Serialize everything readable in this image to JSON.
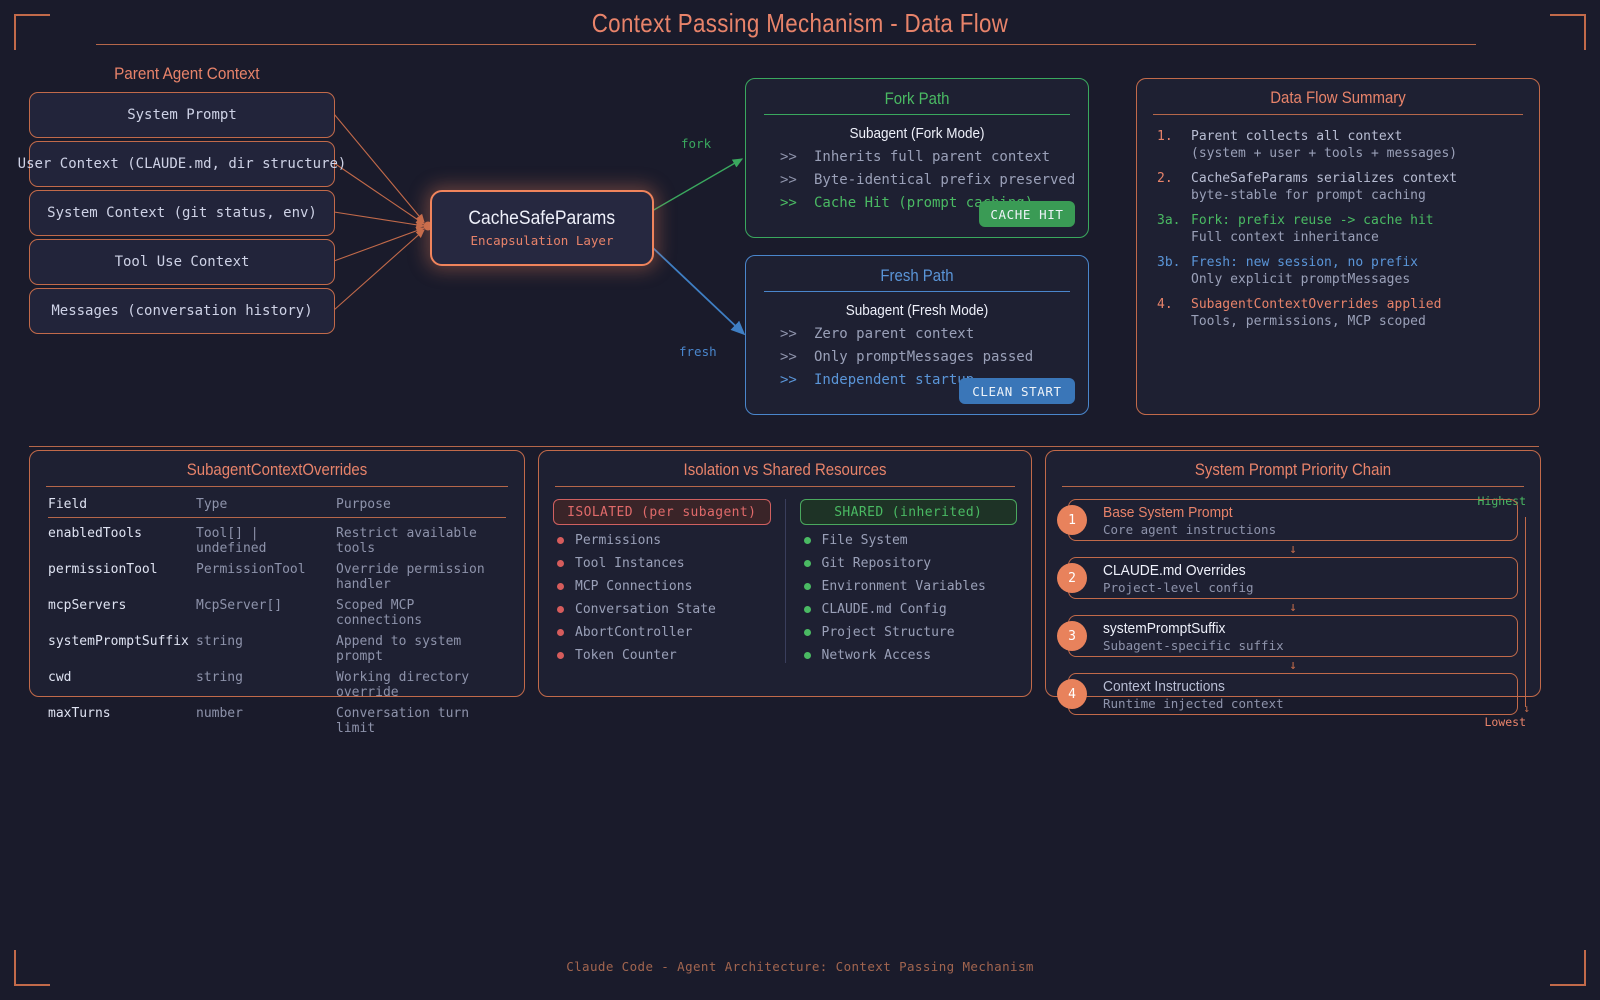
{
  "header": {
    "title": "Context Passing Mechanism - Data Flow",
    "accent": "#e8836a"
  },
  "footer": {
    "text": "Claude Code - Agent Architecture: Context Passing Mechanism"
  },
  "parent_context": {
    "label": "Parent Agent Context",
    "items": [
      {
        "label": "System Prompt"
      },
      {
        "label": "User Context (CLAUDE.md, dir structure)"
      },
      {
        "label": "System Context (git status, env)"
      },
      {
        "label": "Tool Use Context"
      },
      {
        "label": "Messages (conversation history)"
      }
    ]
  },
  "core": {
    "title": "CacheSafeParams",
    "subtitle": "Encapsulation Layer",
    "edges": [
      {
        "label": "fork",
        "color": "#3aa85e"
      },
      {
        "label": "fresh",
        "color": "#3f7fc4"
      }
    ]
  },
  "fork_path": {
    "title": "Fork Path",
    "subtitle": "Subagent (Fork Mode)",
    "accent": "#3aa85e",
    "bullets": [
      {
        "mark": ">>",
        "text": "Inherits full parent context",
        "highlight": false
      },
      {
        "mark": ">>",
        "text": "Byte-identical prefix preserved",
        "highlight": false
      },
      {
        "mark": ">>",
        "text": "Cache Hit  (prompt caching)",
        "highlight": true
      }
    ],
    "badge": {
      "label": "CACHE HIT",
      "color": "#3a9b55"
    }
  },
  "fresh_path": {
    "title": "Fresh Path",
    "subtitle": "Subagent (Fresh Mode)",
    "accent": "#4a86cc",
    "bullets": [
      {
        "mark": ">>",
        "text": "Zero parent context",
        "highlight": false
      },
      {
        "mark": ">>",
        "text": "Only promptMessages passed",
        "highlight": false
      },
      {
        "mark": ">>",
        "text": "Independent startup",
        "highlight": true
      }
    ],
    "badge": {
      "label": "CLEAN START",
      "color": "#3a76b8"
    }
  },
  "data_flow_summary": {
    "title": "Data Flow Summary",
    "steps": [
      {
        "num": "1.",
        "text": "Parent collects all context",
        "sub": "(system + user + tools + messages)",
        "color": "#b9bed4"
      },
      {
        "num": "2.",
        "text": "CacheSafeParams serializes context",
        "sub": "byte-stable for prompt caching",
        "color": "#b9bed4"
      },
      {
        "num": "3a.",
        "text": "Fork: prefix reuse -> cache hit",
        "sub": "Full context inheritance",
        "color": "#4aba63"
      },
      {
        "num": "3b.",
        "text": "Fresh: new session, no prefix",
        "sub": "Only explicit promptMessages",
        "color": "#5a95d8"
      },
      {
        "num": "4.",
        "text": "SubagentContextOverrides applied",
        "sub": "Tools, permissions, MCP scoped",
        "color": "#e8836a"
      }
    ]
  },
  "overrides": {
    "title": "SubagentContextOverrides",
    "columns": [
      "Field",
      "Type",
      "Purpose"
    ],
    "rows": [
      [
        "enabledTools",
        "Tool[] | undefined",
        "Restrict available tools"
      ],
      [
        "permissionTool",
        "PermissionTool",
        "Override permission handler"
      ],
      [
        "mcpServers",
        "McpServer[]",
        "Scoped MCP connections"
      ],
      [
        "systemPromptSuffix",
        "string",
        "Append to system prompt"
      ],
      [
        "cwd",
        "string",
        "Working directory override"
      ],
      [
        "maxTurns",
        "number",
        "Conversation turn limit"
      ]
    ]
  },
  "isolation": {
    "title": "Isolation vs Shared Resources",
    "isolated": {
      "header": "ISOLATED (per subagent)",
      "color": "#e06a6a",
      "items": [
        "Permissions",
        "Tool Instances",
        "MCP Connections",
        "Conversation State",
        "AbortController",
        "Token Counter"
      ]
    },
    "shared": {
      "header": "SHARED (inherited)",
      "color": "#4aba63",
      "items": [
        "File System",
        "Git Repository",
        "Environment Variables",
        "CLAUDE.md Config",
        "Project Structure",
        "Network Access"
      ]
    }
  },
  "priority_chain": {
    "title": "System Prompt Priority Chain",
    "top_label": "Highest",
    "bottom_label": "Lowest",
    "top_label_color": "#4aba63",
    "bottom_label_color": "#e8836a",
    "arrow_glyph": "↓",
    "items": [
      {
        "num": "1",
        "title": "Base System Prompt",
        "desc": "Core agent instructions",
        "color": "#e8836a"
      },
      {
        "num": "2",
        "title": "CLAUDE.md Overrides",
        "desc": "Project-level config",
        "color": "#eef0fa"
      },
      {
        "num": "3",
        "title": "systemPromptSuffix",
        "desc": "Subagent-specific suffix",
        "color": "#eef0fa"
      },
      {
        "num": "4",
        "title": "Context Instructions",
        "desc": "Runtime injected context",
        "color": "#b9bed4"
      }
    ]
  }
}
